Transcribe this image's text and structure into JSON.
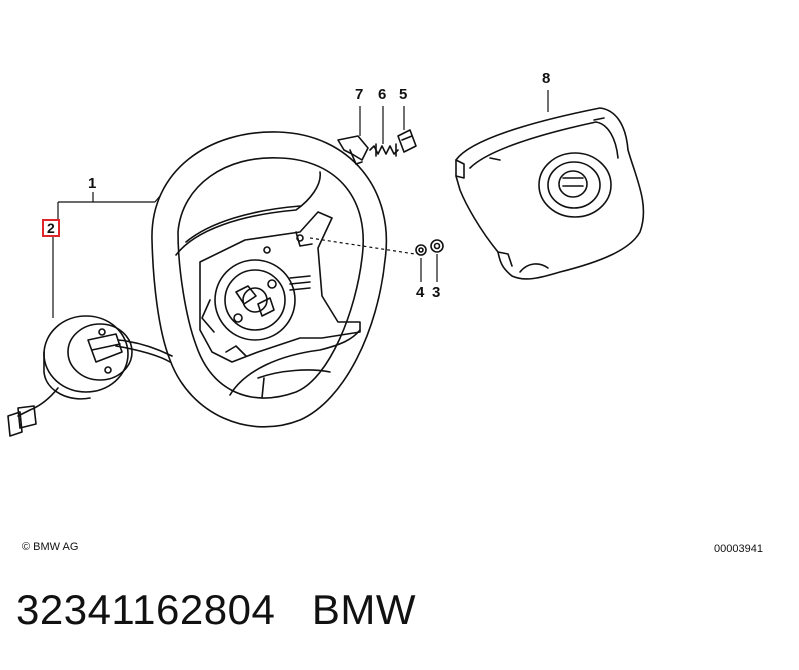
{
  "diagram": {
    "callouts": [
      "1",
      "2",
      "3",
      "4",
      "5",
      "6",
      "7",
      "8"
    ],
    "highlighted_callout": "2",
    "highlight_color": "#e0262b",
    "line_color": "#111111"
  },
  "footer": {
    "copyright": "© BMW AG",
    "drawing_number": "00003941",
    "part_number": "32341162804",
    "brand": "BMW"
  }
}
